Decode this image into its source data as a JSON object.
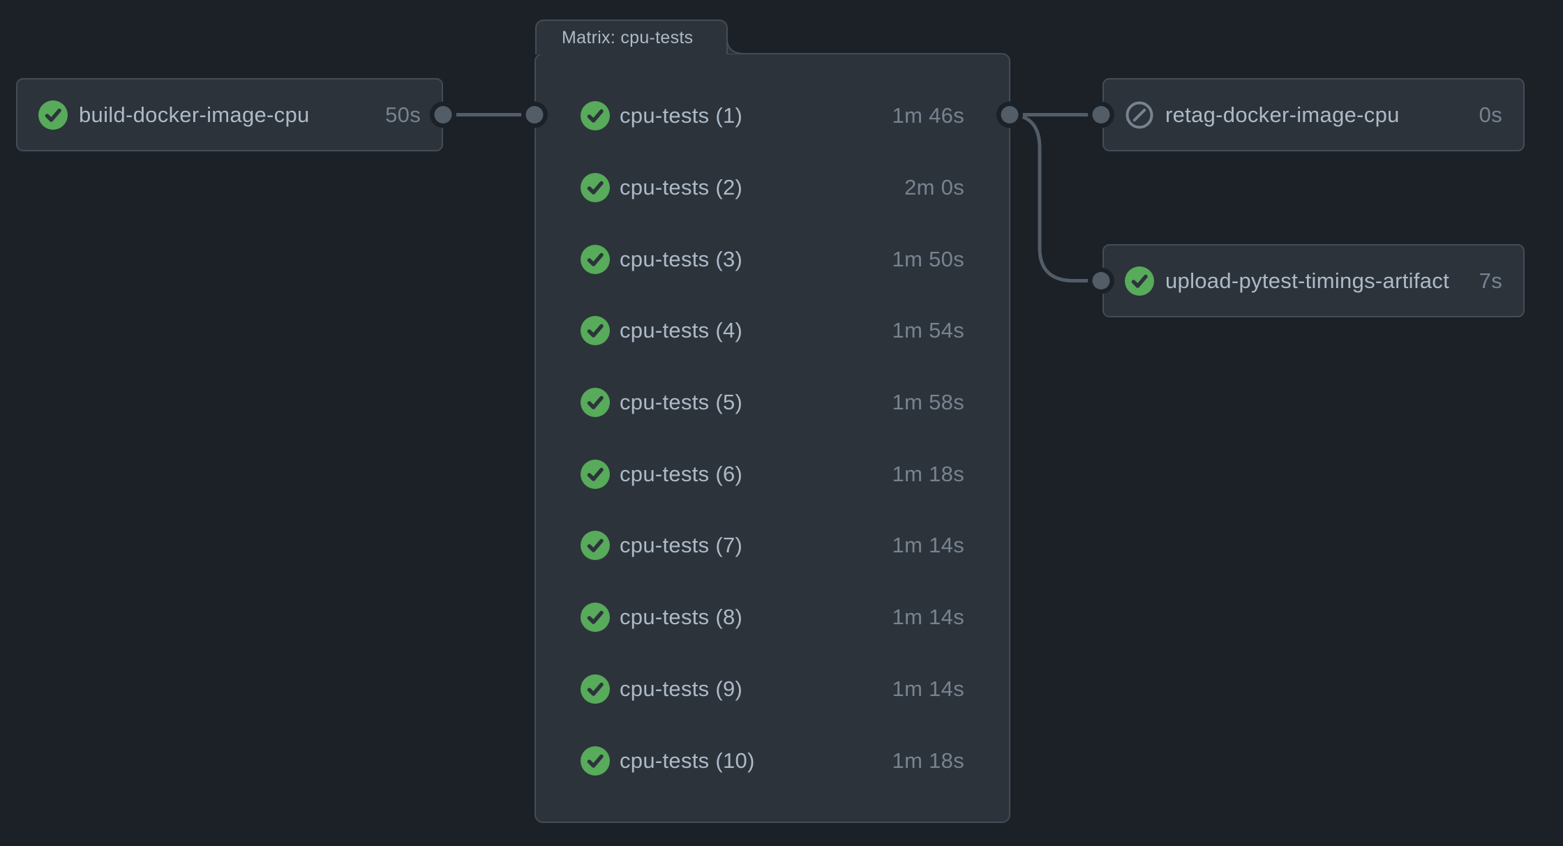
{
  "colors": {
    "bg": "#1c2128",
    "node_bg": "#2d333b",
    "node_border": "#444c56",
    "connector": "#535d68",
    "text": "#adbac7",
    "muted": "#768390",
    "success": "#57ab5a",
    "skipped": "#768390",
    "check": "#2d333b"
  },
  "graph": {
    "nodes": {
      "build": {
        "label": "build-docker-image-cpu",
        "duration": "50s",
        "status": "success"
      },
      "retag": {
        "label": "retag-docker-image-cpu",
        "duration": "0s",
        "status": "skipped"
      },
      "upload": {
        "label": "upload-pytest-timings-artifact",
        "duration": "7s",
        "status": "success"
      }
    },
    "matrix": {
      "title": "Matrix: cpu-tests",
      "jobs": [
        {
          "label": "cpu-tests (1)",
          "duration": "1m 46s",
          "status": "success"
        },
        {
          "label": "cpu-tests (2)",
          "duration": "2m 0s",
          "status": "success"
        },
        {
          "label": "cpu-tests (3)",
          "duration": "1m 50s",
          "status": "success"
        },
        {
          "label": "cpu-tests (4)",
          "duration": "1m 54s",
          "status": "success"
        },
        {
          "label": "cpu-tests (5)",
          "duration": "1m 58s",
          "status": "success"
        },
        {
          "label": "cpu-tests (6)",
          "duration": "1m 18s",
          "status": "success"
        },
        {
          "label": "cpu-tests (7)",
          "duration": "1m 14s",
          "status": "success"
        },
        {
          "label": "cpu-tests (8)",
          "duration": "1m 14s",
          "status": "success"
        },
        {
          "label": "cpu-tests (9)",
          "duration": "1m 14s",
          "status": "success"
        },
        {
          "label": "cpu-tests (10)",
          "duration": "1m 18s",
          "status": "success"
        }
      ]
    }
  }
}
